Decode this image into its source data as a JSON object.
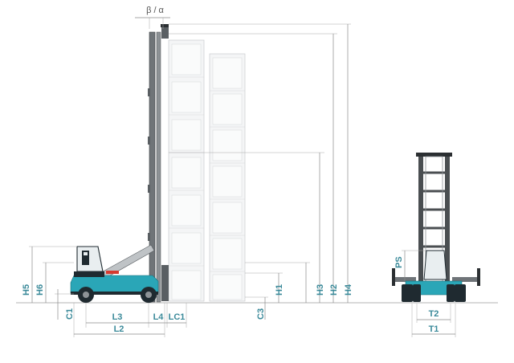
{
  "labels": {
    "beta_alpha": "β / α",
    "h1": "H1",
    "h2": "H2",
    "h3": "H3",
    "h4": "H4",
    "h5": "H5",
    "h6": "H6",
    "c1": "C1",
    "c3": "C3",
    "l2": "L2",
    "l3": "L3",
    "l4": "L4",
    "lc1": "LC1",
    "ps": "PS",
    "t1": "T1",
    "t2": "T2"
  },
  "colors": {
    "machine_teal": "#2aa6b7",
    "machine_dark": "#1f2a30",
    "mast_gray": "#6f7478",
    "container_fill": "#f4f5f6",
    "dimension_text": "#3b8a9a",
    "cab_accent": "#d63a2f"
  }
}
